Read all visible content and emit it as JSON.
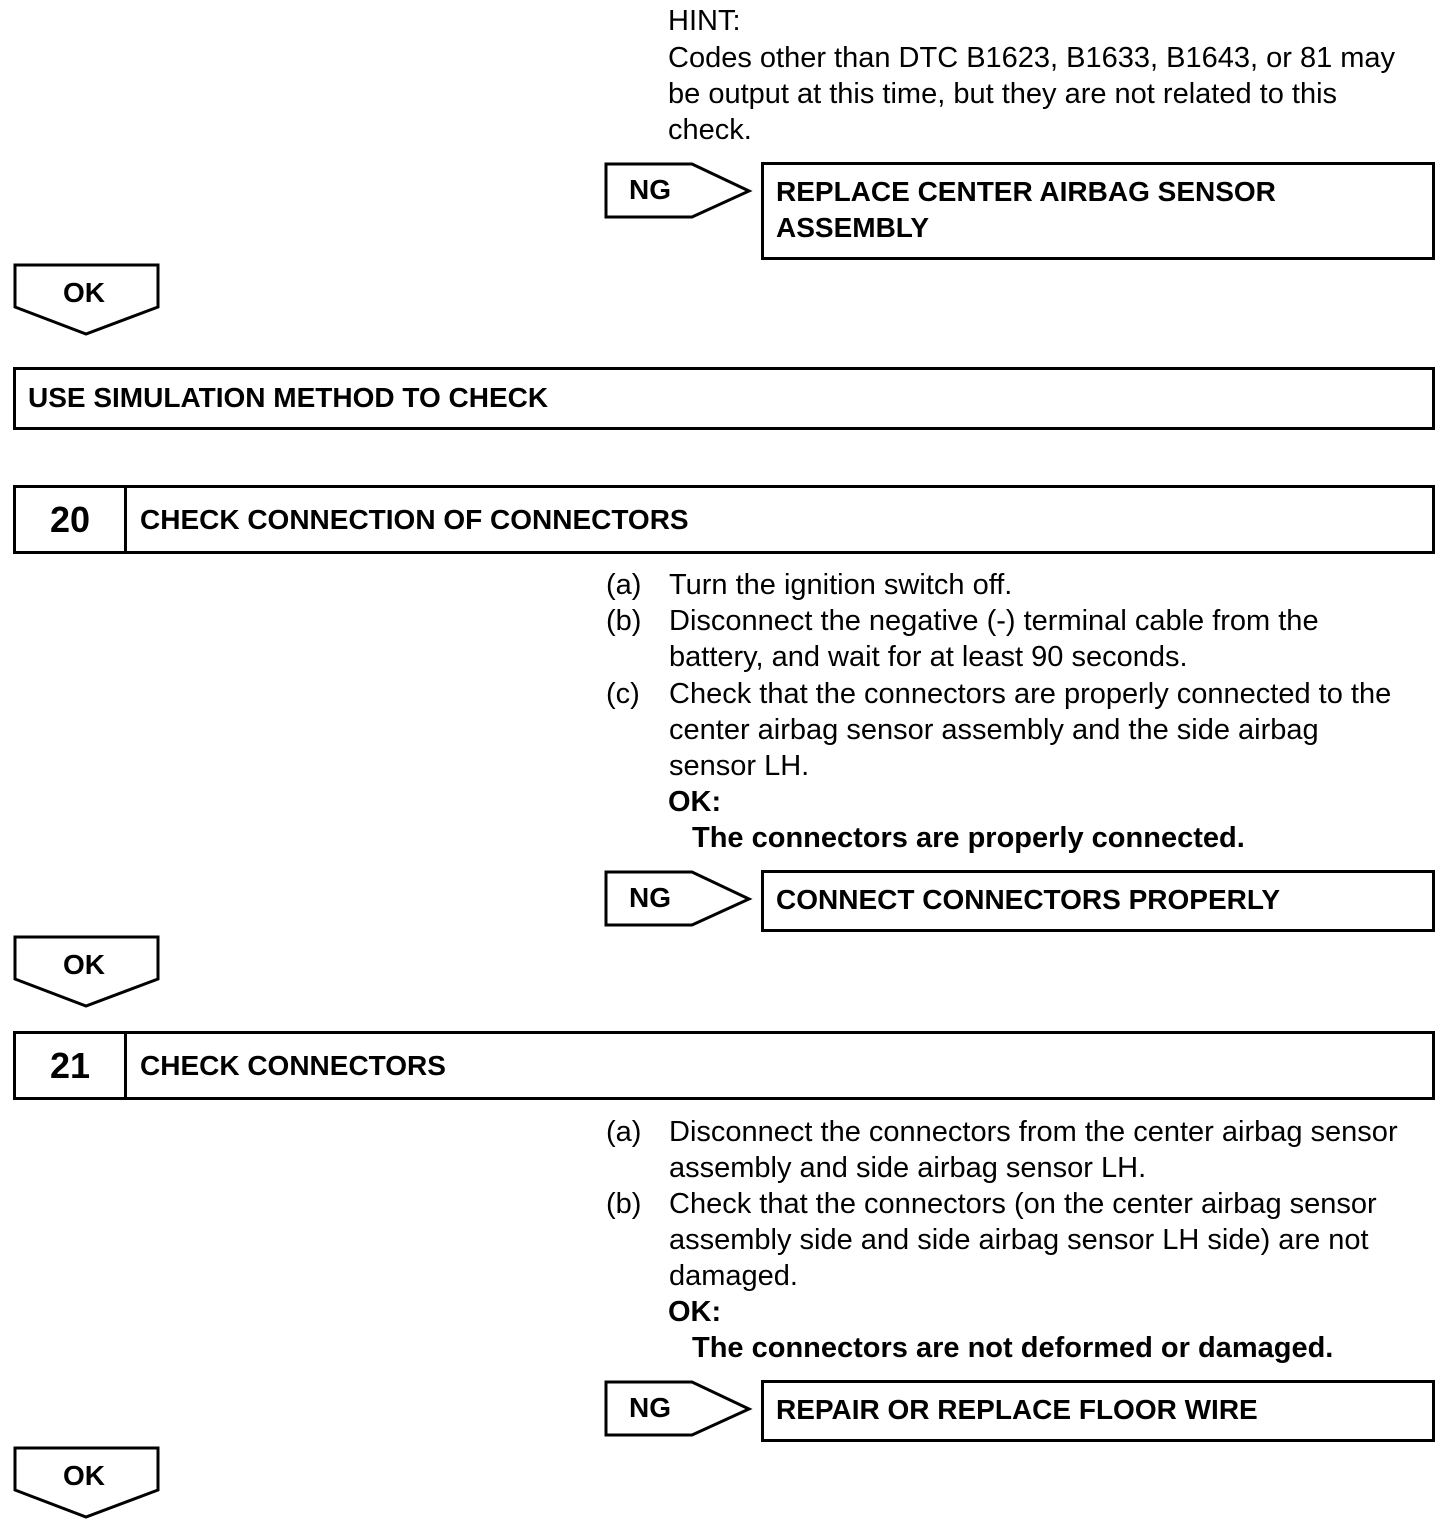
{
  "hint": {
    "label": "HINT:",
    "text_lines": [
      "Codes other than DTC B1623, B1633, B1643, or 81 may",
      "be output at this time, but they are not related to this",
      "check."
    ]
  },
  "ng_label": "NG",
  "ok_label": "OK",
  "ng_result_1": [
    "REPLACE CENTER AIRBAG SENSOR",
    "ASSEMBLY"
  ],
  "simulation_title": "USE SIMULATION METHOD TO CHECK",
  "step20": {
    "number": "20",
    "title": "CHECK CONNECTION OF CONNECTORS",
    "items": [
      {
        "marker": "(a)",
        "lines": [
          "Turn the ignition switch off."
        ]
      },
      {
        "marker": "(b)",
        "lines": [
          "Disconnect the negative (-) terminal cable from the",
          "battery, and wait for at least 90 seconds."
        ]
      },
      {
        "marker": "(c)",
        "lines": [
          "Check that the connectors are properly connected to the",
          "center airbag sensor assembly and the side airbag",
          "sensor LH."
        ]
      }
    ],
    "ok_heading": "OK:",
    "ok_text": "The connectors are properly connected.",
    "ng_result": "CONNECT CONNECTORS PROPERLY"
  },
  "step21": {
    "number": "21",
    "title": "CHECK CONNECTORS",
    "items": [
      {
        "marker": "(a)",
        "lines": [
          "Disconnect the connectors from the center airbag sensor",
          "assembly and side airbag sensor LH."
        ]
      },
      {
        "marker": "(b)",
        "lines": [
          "Check that the connectors (on the center airbag sensor",
          "assembly side and side airbag sensor LH side) are not",
          "damaged."
        ]
      }
    ],
    "ok_heading": "OK:",
    "ok_text": "The connectors are not deformed or damaged.",
    "ng_result": "REPAIR OR REPLACE FLOOR WIRE"
  }
}
